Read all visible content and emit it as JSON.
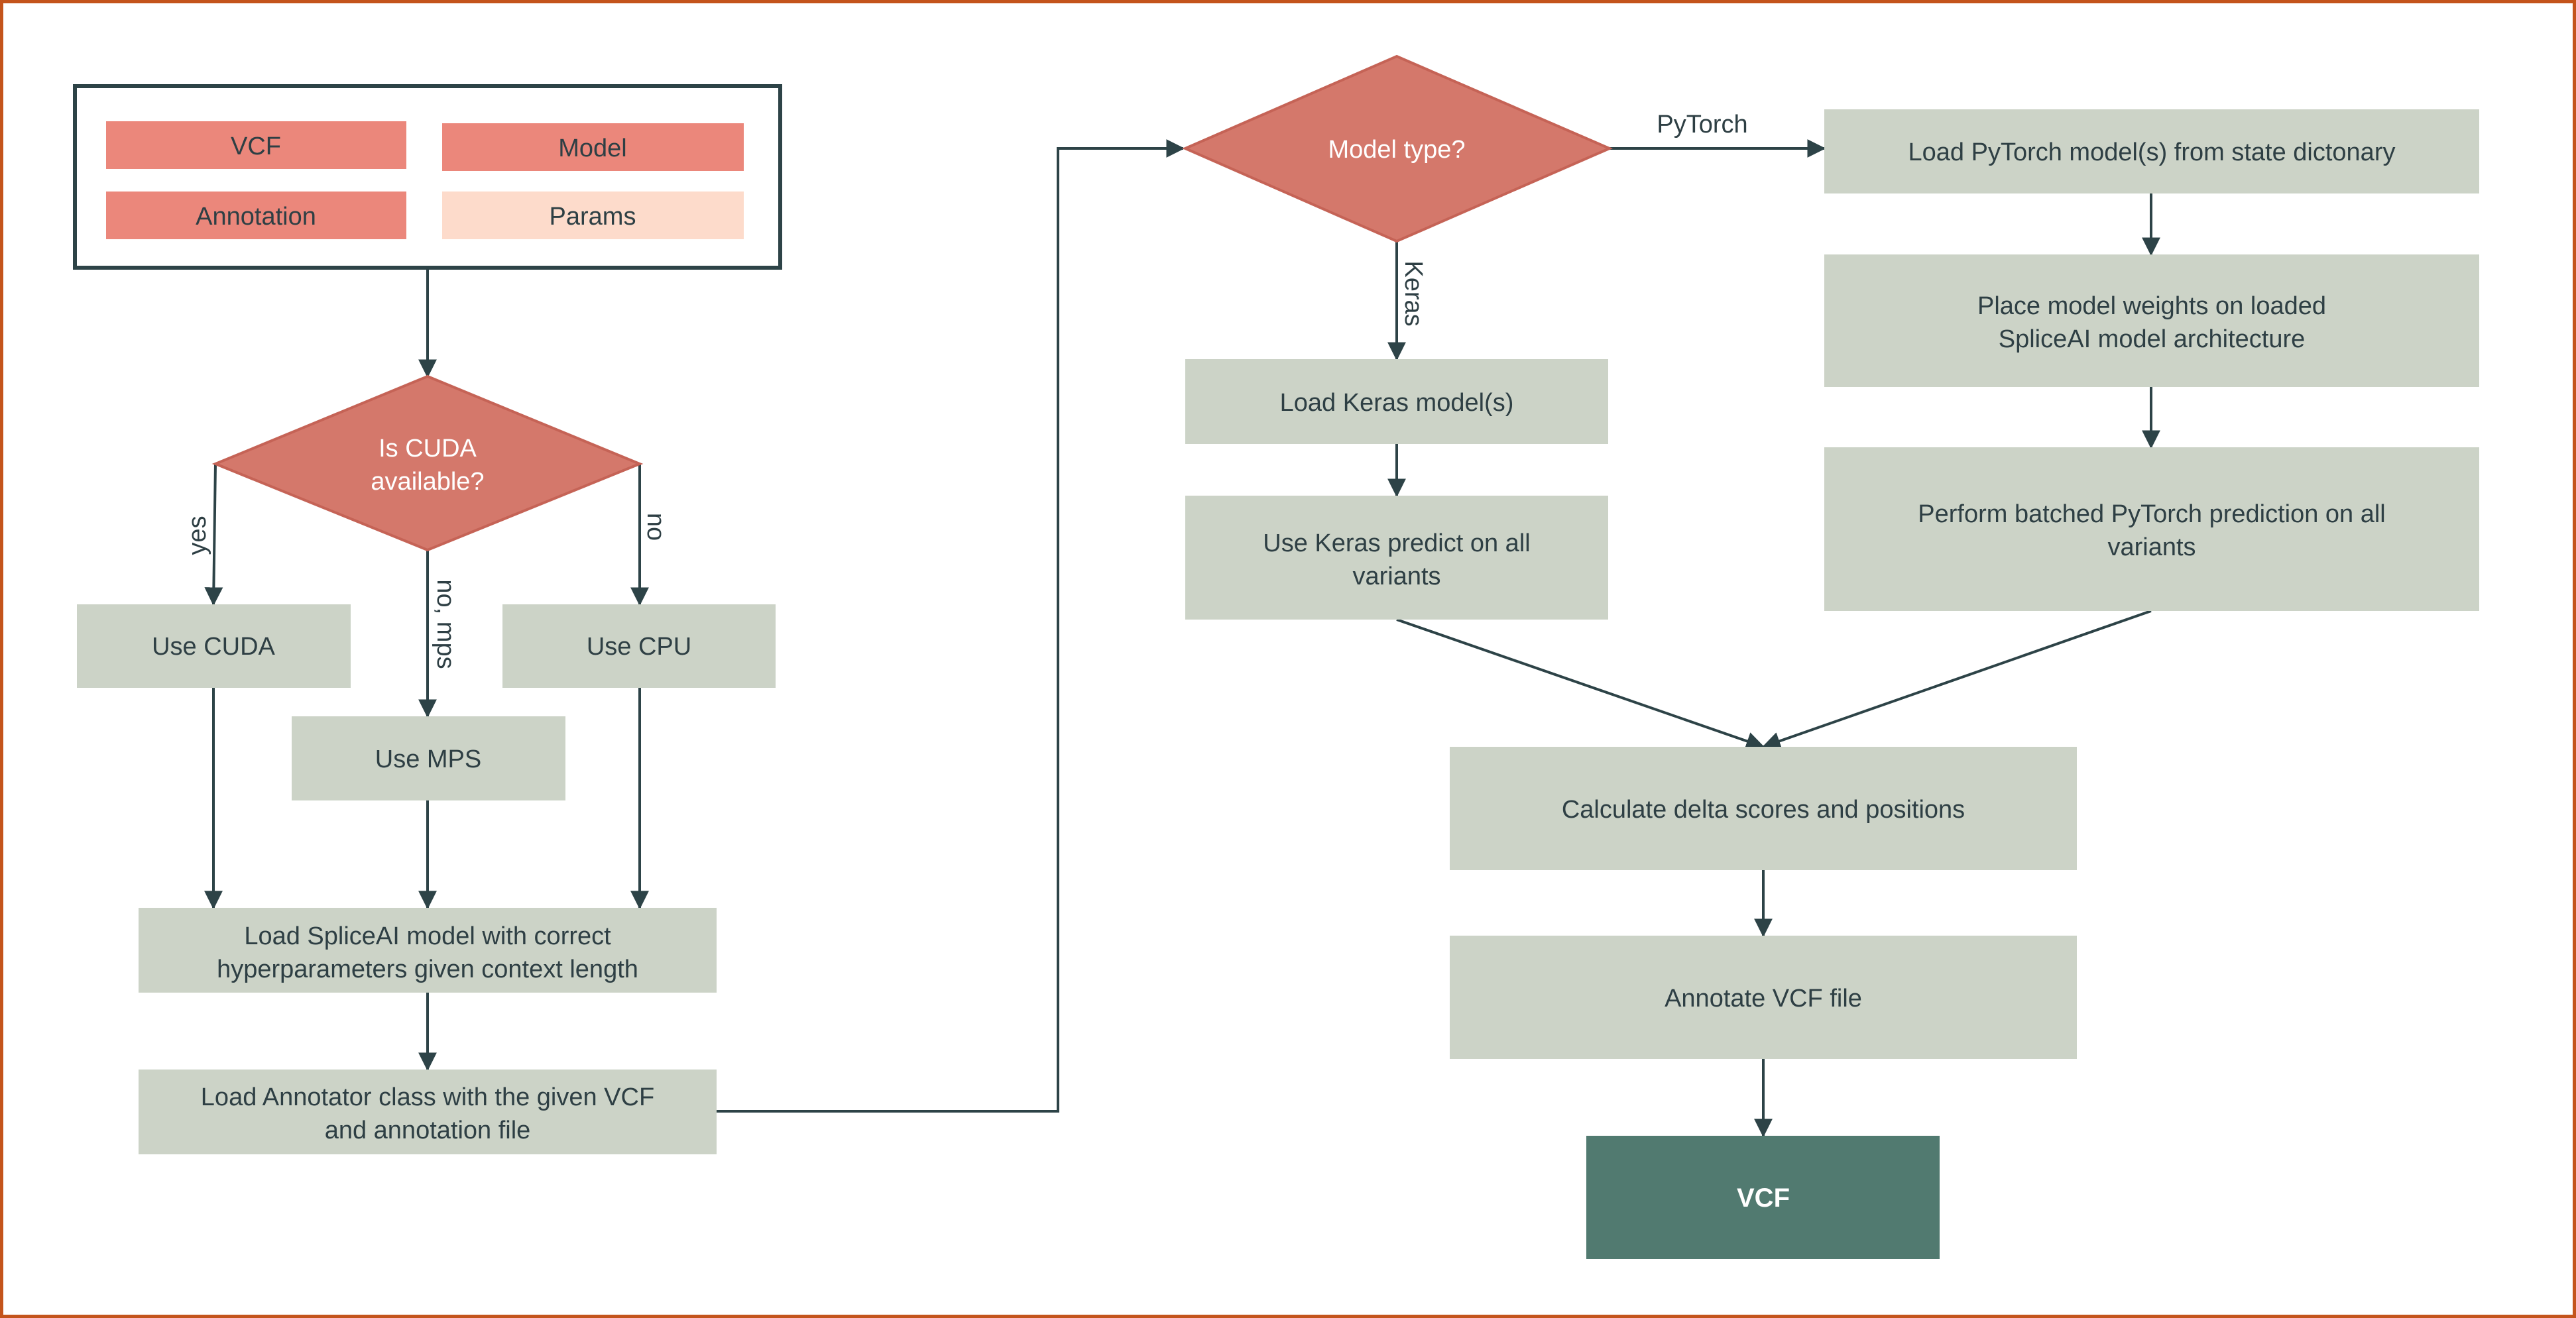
{
  "inputs": {
    "vcf": "VCF",
    "model": "Model",
    "annotation": "Annotation",
    "params": "Params"
  },
  "decisions": {
    "cuda": [
      "Is CUDA",
      "available?"
    ],
    "model_type": "Model type?"
  },
  "devices": {
    "cuda": "Use CUDA",
    "mps": "Use MPS",
    "cpu": "Use CPU"
  },
  "steps": {
    "load_model": [
      "Load SpliceAI model with correct",
      "hyperparameters given context length"
    ],
    "load_annotator": [
      "Load Annotator class with the given VCF",
      "and annotation file"
    ],
    "load_keras": "Load Keras model(s)",
    "keras_predict": [
      "Use Keras predict on all",
      "variants"
    ],
    "load_pytorch": "Load PyTorch model(s) from state dictonary",
    "place_weights": [
      "Place model weights on loaded",
      "SpliceAI model architecture"
    ],
    "pytorch_predict": [
      "Perform batched PyTorch prediction on all",
      "variants"
    ],
    "delta_scores": "Calculate delta scores and positions",
    "annotate_vcf": "Annotate VCF file",
    "output_vcf": "VCF"
  },
  "edge_labels": {
    "yes": "yes",
    "no_mps": "no, mps",
    "no": "no",
    "pytorch": "PyTorch",
    "keras": "Keras"
  },
  "colors": {
    "frame": "#c4541c",
    "input_box": "#eb877b",
    "params_box": "#fddbcb",
    "decision": "#d4786b",
    "process": "#ccd3c7",
    "output": "#517a70",
    "edge": "#2d4347"
  }
}
